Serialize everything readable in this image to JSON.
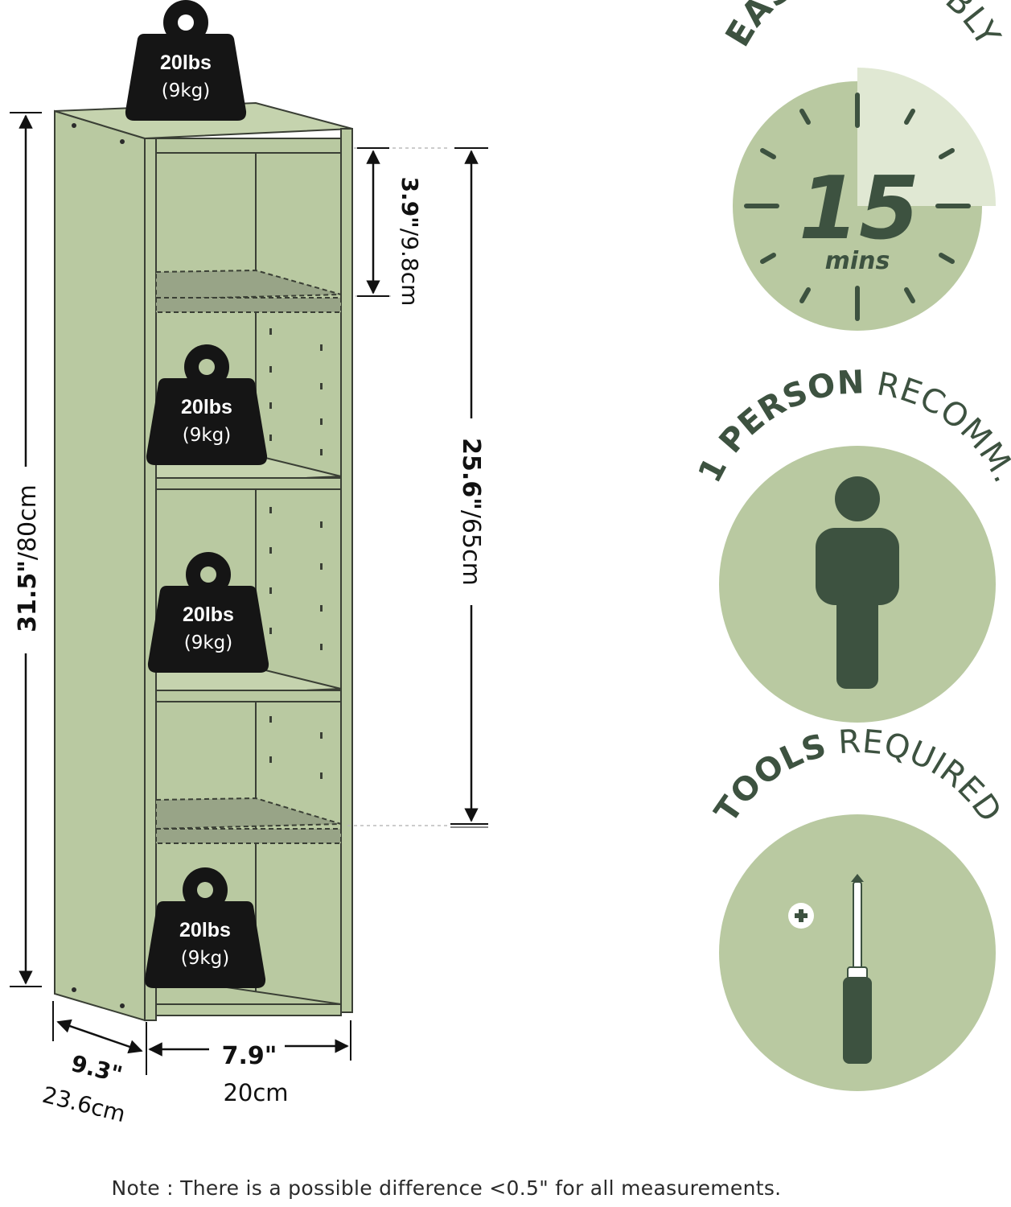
{
  "weights": [
    {
      "lbs": "20lbs",
      "kg": "(9kg)"
    },
    {
      "lbs": "20lbs",
      "kg": "(9kg)"
    },
    {
      "lbs": "20lbs",
      "kg": "(9kg)"
    },
    {
      "lbs": "20lbs",
      "kg": "(9kg)"
    }
  ],
  "dimensions": {
    "total_height_in": "31.5\"",
    "total_height_cm": "/80cm",
    "top_gap_in": "3.9\"",
    "top_gap_cm": "/9.8cm",
    "adjust_range_in": "25.6\"",
    "adjust_range_cm": "/65cm",
    "depth_in": "9.3\"",
    "depth_cm": "23.6cm",
    "width_in": "7.9\"",
    "width_cm": "20cm"
  },
  "features": {
    "assembly": {
      "bold": "EASY",
      "light": "ASSEMBLY",
      "time_number": "15",
      "time_unit": "mins"
    },
    "person": {
      "bold": "1 PERSON",
      "light": "RECOMM."
    },
    "tools": {
      "bold": "TOOLS",
      "light": "REQUIRED",
      "icon": "screwdriver-icon"
    }
  },
  "note": "Note : There is a possible difference <0.5\" for all measurements.",
  "colors": {
    "shelf_fill": "#b9c9a1",
    "shelf_stroke": "#3a3f35",
    "feature_circle": "#b9c9a1",
    "feature_dark": "#3d5240",
    "feature_light": "#e0e8d3",
    "weight_fill": "#151515"
  }
}
